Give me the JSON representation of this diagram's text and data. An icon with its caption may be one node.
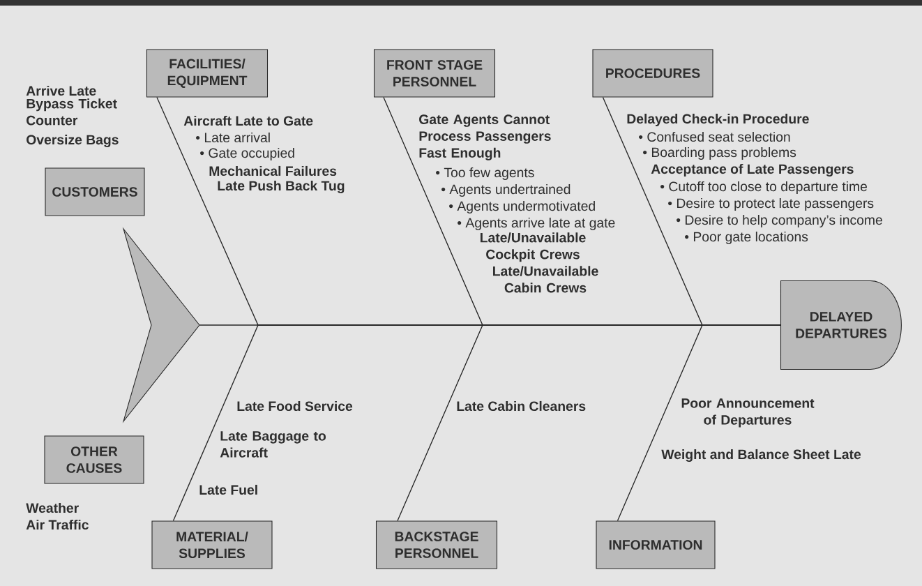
{
  "diagram": {
    "nodes": [
      {
        "text": [
          "FACILITIES/ EQUIPMENT"
        ]
      },
      {
        "text": [
          "FRONT STAGE PERSONNEL"
        ]
      },
      {
        "text": [
          "PROCEDURES"
        ]
      },
      {
        "text": [
          "CUSTOMERS"
        ]
      },
      {
        "text": [],
        "shape": "chevron"
      },
      {
        "text": [
          "DELAYED DEPARTURES"
        ]
      },
      {
        "text": [
          "OTHER CAUSES"
        ]
      },
      {
        "text": [
          "MATERIAL/ SUPPLIES"
        ]
      },
      {
        "text": [
          "BACKSTAGE PERSONNEL"
        ]
      },
      {
        "text": [
          "INFORMATION"
        ]
      }
    ],
    "edges": [
      {
        "from": 0,
        "to": 5,
        "arrow": "none"
      },
      {
        "from": 1,
        "to": 5,
        "arrow": "none"
      },
      {
        "from": 2,
        "to": 5,
        "arrow": "none"
      },
      {
        "from": 4,
        "to": 5,
        "arrow": "none"
      },
      {
        "from": 7,
        "to": 5,
        "arrow": "none"
      },
      {
        "from": 8,
        "to": 5,
        "arrow": "none"
      },
      {
        "from": 9,
        "to": 5,
        "arrow": "none"
      }
    ],
    "labels": [
      "Arrive Late",
      "Bypass Ticket Counter",
      "Oversize Bags",
      "Aircraft Late to Gate",
      "• Late arrival",
      "• Gate occupied",
      "Mechanical Failures",
      "Late Push Back Tug",
      "Gate Agents Cannot Process Passengers Fast Enough",
      "• Too few agents",
      "• Agents undertrained",
      "• Agents undermotivated",
      "• Agents arrive late at gate",
      "Late/Unavailable Cockpit Crews",
      "Late/Unavailable Cabin Crews",
      "Delayed Check-in Procedure",
      "• Confused seat selection",
      "• Boarding pass problems",
      "Acceptance of Late Passengers",
      "• Cutoff too close to departure time",
      "• Desire to protect late passengers",
      "• Desire to help company’s income",
      "• Poor gate locations",
      "Late Food Service",
      "Late Baggage to Aircraft",
      "Late Fuel",
      "Late Cabin Cleaners",
      "Poor Announcement of Departures",
      "Weight and Balance Sheet Late",
      "Weather",
      "Air Traffic"
    ]
  }
}
